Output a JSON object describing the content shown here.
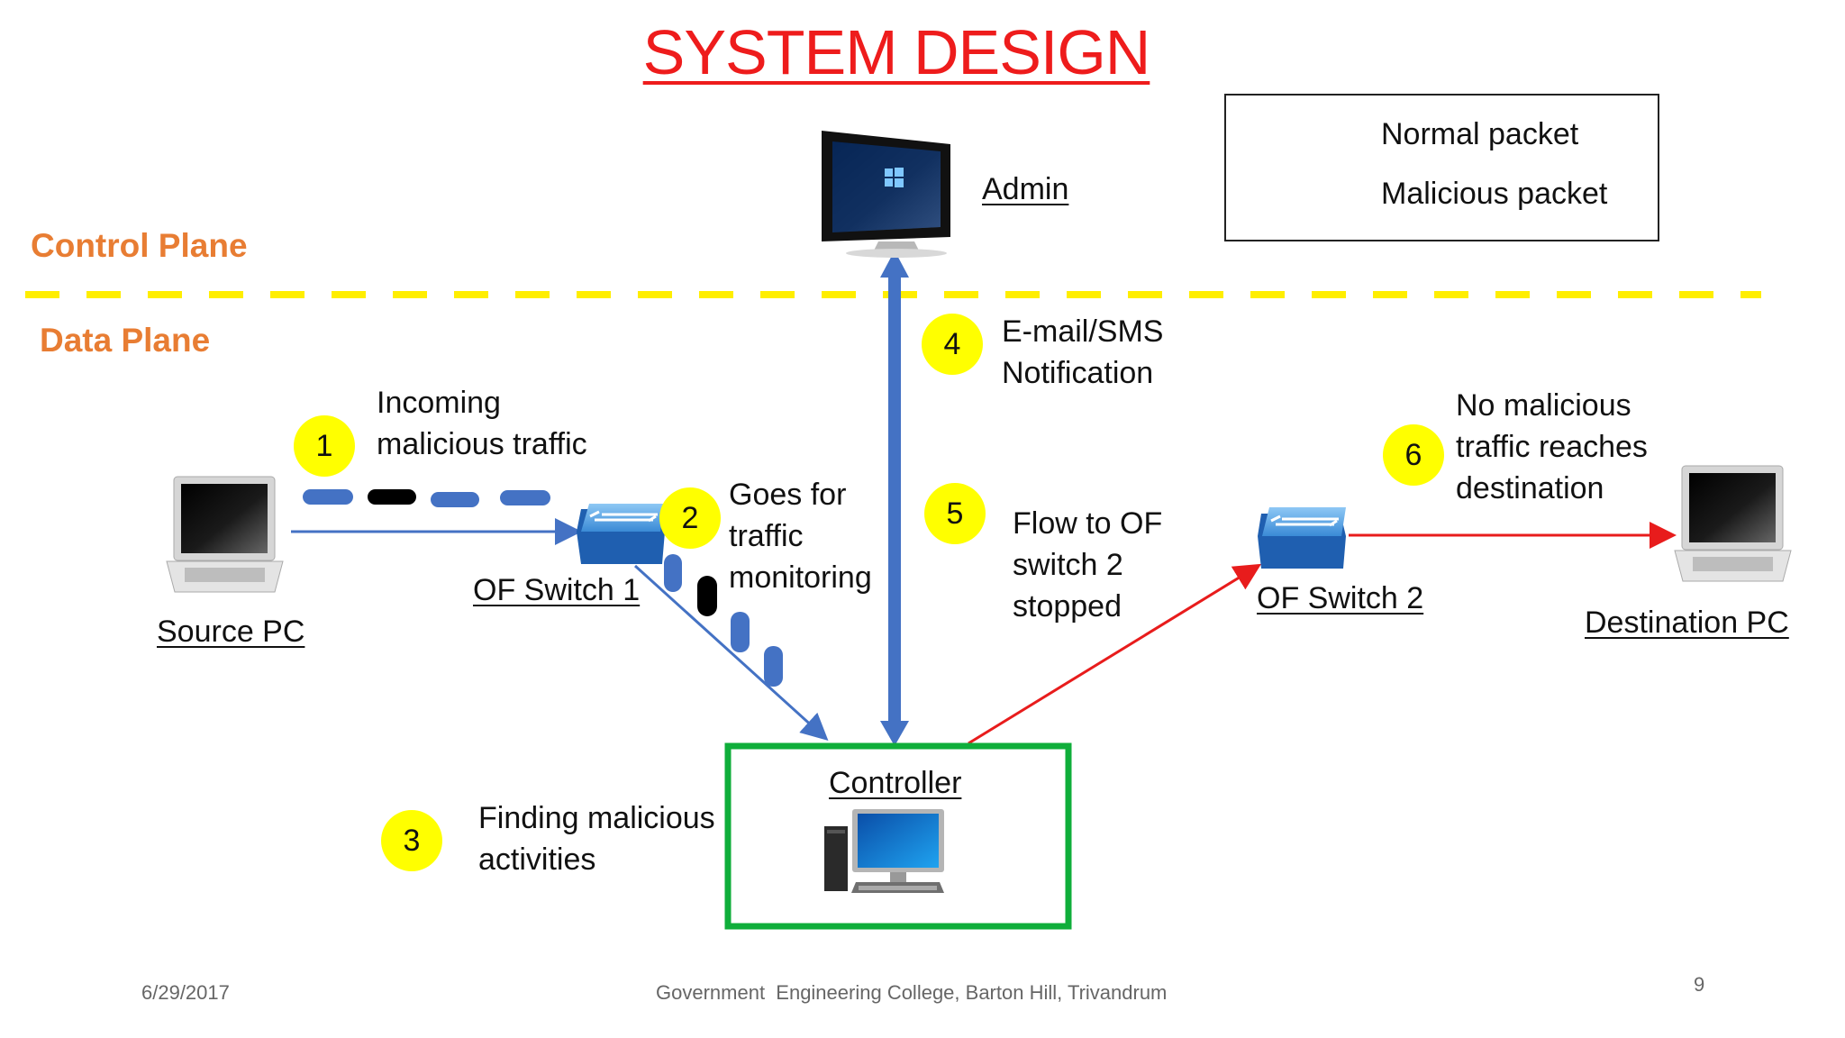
{
  "title": "SYSTEM DESIGN",
  "planes": {
    "control": "Control Plane",
    "data": "Data Plane"
  },
  "legend": {
    "normal": "Normal packet",
    "malicious": "Malicious packet"
  },
  "nodes": {
    "admin": "Admin",
    "source": "Source PC",
    "switch1": "OF Switch 1",
    "switch2": "OF Switch 2",
    "destination": "Destination PC",
    "controller": "Controller"
  },
  "steps": [
    {
      "num": "1",
      "text": [
        "Incoming",
        "malicious traffic"
      ]
    },
    {
      "num": "2",
      "text": [
        "Goes for",
        "traffic",
        "monitoring"
      ]
    },
    {
      "num": "3",
      "text": [
        "Finding malicious",
        "activities"
      ]
    },
    {
      "num": "4",
      "text": [
        "E-mail/SMS",
        "Notification"
      ]
    },
    {
      "num": "5",
      "text": [
        "Flow to OF",
        "switch 2",
        "stopped"
      ]
    },
    {
      "num": "6",
      "text": [
        "No malicious",
        "traffic reaches",
        "destination"
      ]
    }
  ],
  "footer": {
    "date": "6/29/2017",
    "institution": "Government  Engineering College, Barton Hill, Trivandrum",
    "page": "9"
  },
  "colors": {
    "title": "#ee1c1c",
    "plane_label": "#e87d33",
    "divider": "#ffee00",
    "normal_packet": "#4472c4",
    "malicious_packet": "#000000",
    "step_badge": "#ffff00",
    "controller_box": "#0fae3a",
    "red_arrow": "#e81c1c"
  }
}
